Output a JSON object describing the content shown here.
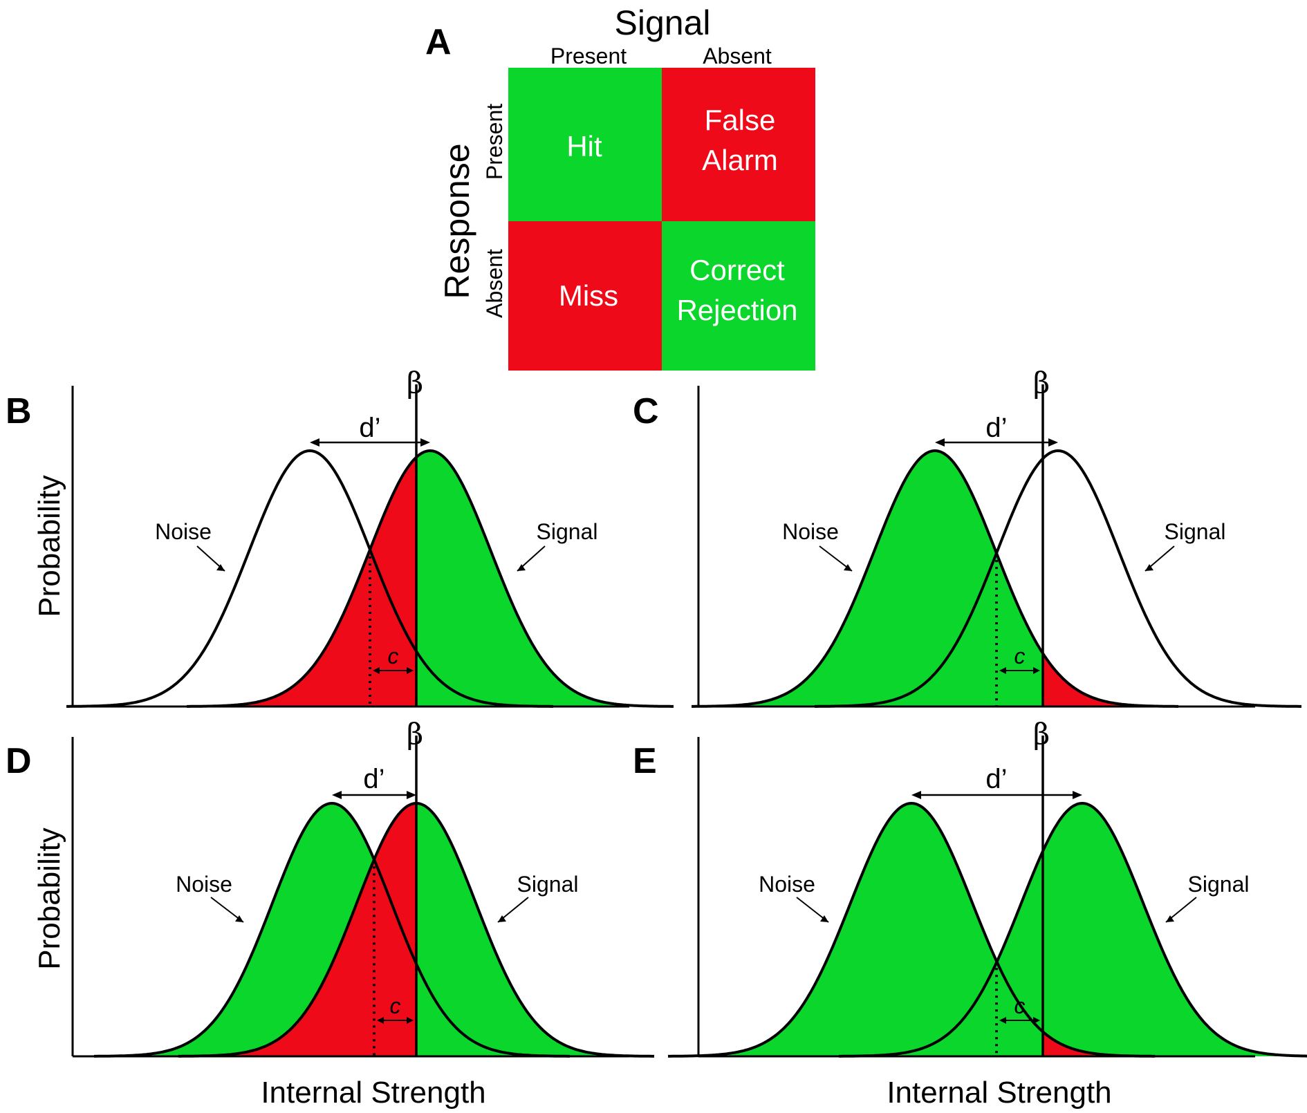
{
  "colors": {
    "green": "#0bd62b",
    "red": "#ee0a19",
    "black": "#000000"
  },
  "matrix": {
    "letter": "A",
    "column_title": "Signal",
    "row_title": "Response",
    "col_headers": [
      "Present",
      "Absent"
    ],
    "row_headers": [
      "Present",
      "Absent"
    ],
    "cells": {
      "hit": "Hit",
      "false_alarm_1": "False",
      "false_alarm_2": "Alarm",
      "miss": "Miss",
      "correct_rejection_1": "Correct",
      "correct_rejection_2": "Rejection"
    }
  },
  "labels": {
    "noise": "Noise",
    "signal": "Signal",
    "d_prime": "d’",
    "beta": "β",
    "c": "c",
    "y_axis": "Probability",
    "x_axis": "Internal Strength"
  },
  "panels": [
    {
      "letter": "B",
      "noise_fill": "none",
      "signal_fill": "green",
      "miss_fill": "red",
      "fa_fill": "none"
    },
    {
      "letter": "C",
      "noise_fill": "green",
      "signal_fill": "none",
      "miss_fill": "none",
      "fa_fill": "red"
    },
    {
      "letter": "D",
      "noise_fill": "green",
      "signal_fill": "green",
      "miss_fill": "red",
      "fa_fill": "none"
    },
    {
      "letter": "E",
      "noise_fill": "green",
      "signal_fill": "green",
      "miss_fill": "none",
      "fa_fill": "red"
    }
  ]
}
